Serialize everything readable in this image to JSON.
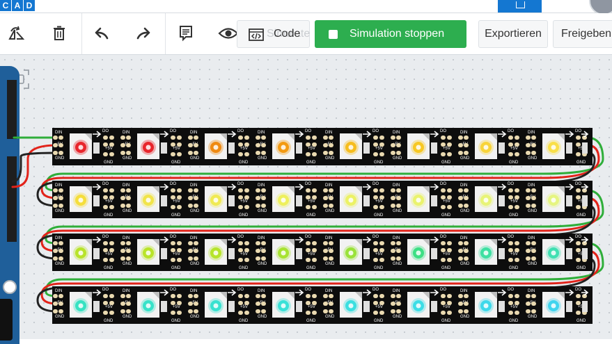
{
  "app": {
    "logo_letters": [
      "C",
      "A",
      "D"
    ]
  },
  "toolbar": {
    "icons": [
      "rotate-icon",
      "delete-icon",
      "undo-icon",
      "redo-icon",
      "notes-icon",
      "eye-icon"
    ],
    "code_label": "Code",
    "simulate_overlay_label": "Simulate",
    "simulation_label": "Simulation stoppen",
    "export_label": "Exportieren",
    "share_label": "Freigeben"
  },
  "strip": {
    "labels": {
      "din": "DIN",
      "do": "DO",
      "plus5v": "+5V",
      "gnd": "GND"
    },
    "rows": [
      {
        "colors": [
          "#e8262c",
          "#e8262c",
          "#ef8a12",
          "#f39a12",
          "#f6bd1e",
          "#f7c824",
          "#f8d43a",
          "#f9df48"
        ]
      },
      {
        "colors": [
          "#f5de3c",
          "#f1e44a",
          "#f0ea54",
          "#eef05e",
          "#ecf266",
          "#eaf36e",
          "#e8f478",
          "#e6f582"
        ]
      },
      {
        "colors": [
          "#b8e32a",
          "#b9e429",
          "#b6e42b",
          "#a8e331",
          "#9ae23a",
          "#3ddf84",
          "#3fe0a2",
          "#41e0b2"
        ]
      },
      {
        "colors": [
          "#37e2c2",
          "#38e2c9",
          "#39e2d0",
          "#3ae1d8",
          "#3cdfe0",
          "#3ddde6",
          "#3ed9ea",
          "#40d4ee"
        ]
      }
    ]
  },
  "wires": {
    "green": "#2fae3a",
    "red": "#e2231a",
    "black": "#222222"
  }
}
